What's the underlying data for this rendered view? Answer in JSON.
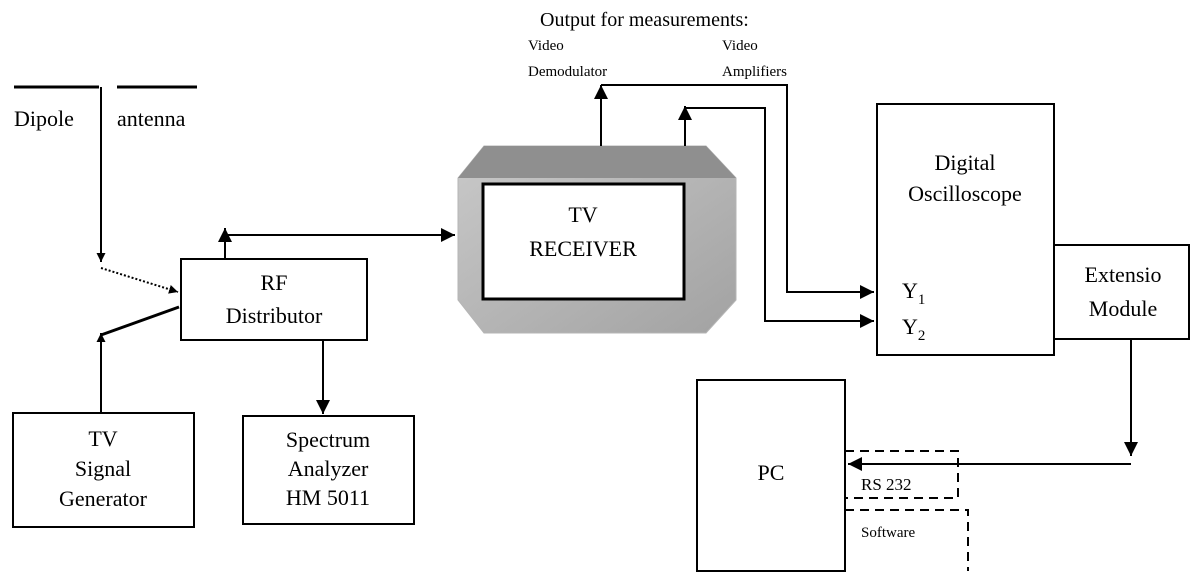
{
  "header": {
    "output_title": "Output for measurements:",
    "video": "Video",
    "demodulator": "Demodulator",
    "amplifiers": "Amplifiers"
  },
  "antenna": {
    "left": "Dipole",
    "right": "antenna"
  },
  "rf_distributor": {
    "line1": "RF",
    "line2": "Distributor"
  },
  "tv_receiver": {
    "line1": "TV",
    "line2": "RECEIVER"
  },
  "oscilloscope": {
    "line1": "Digital",
    "line2": "Oscilloscope",
    "y1": "Y",
    "y1_sub": "1",
    "y2": "Y",
    "y2_sub": "2"
  },
  "extension_module": {
    "line1": "Extensio",
    "line2": "Module"
  },
  "signal_generator": {
    "line1": "TV",
    "line2": "Signal",
    "line3": "Generator"
  },
  "spectrum_analyzer": {
    "line1": "Spectrum",
    "line2": "Analyzer",
    "line3": "HM 5011"
  },
  "pc": {
    "label": "PC"
  },
  "link": {
    "rs232": "RS 232",
    "software": "Software"
  },
  "colors": {
    "line": "#000000",
    "receiver_frame": "#a8a8a8",
    "receiver_top": "#8e8e8e"
  }
}
